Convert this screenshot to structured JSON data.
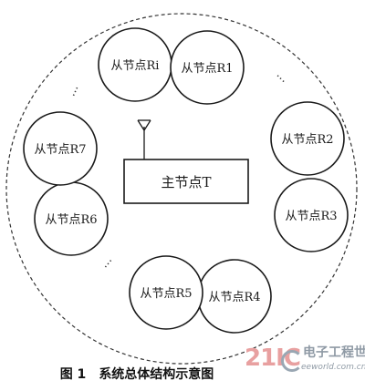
{
  "diagram": {
    "main_node": {
      "label": "主节点T"
    },
    "slave_nodes": [
      {
        "id": "ri",
        "label": "从节点Ri"
      },
      {
        "id": "r1",
        "label": "从节点R1"
      },
      {
        "id": "r2",
        "label": "从节点R2"
      },
      {
        "id": "r3",
        "label": "从节点R3"
      },
      {
        "id": "r4",
        "label": "从节点R4"
      },
      {
        "id": "r5",
        "label": "从节点R5"
      },
      {
        "id": "r6",
        "label": "从节点R6"
      },
      {
        "id": "r7",
        "label": "从节点R7"
      }
    ],
    "ellipses": [
      "···",
      "···",
      "···"
    ],
    "colors": {
      "stroke": "#1a1a1a",
      "boundary": "#333333"
    }
  },
  "caption": {
    "figure_number": "图 1",
    "title": "系统总体结构示意图"
  },
  "watermark": {
    "number": "21IC",
    "chinese": "电子工程世界",
    "url": "eeworld.com.cn"
  }
}
